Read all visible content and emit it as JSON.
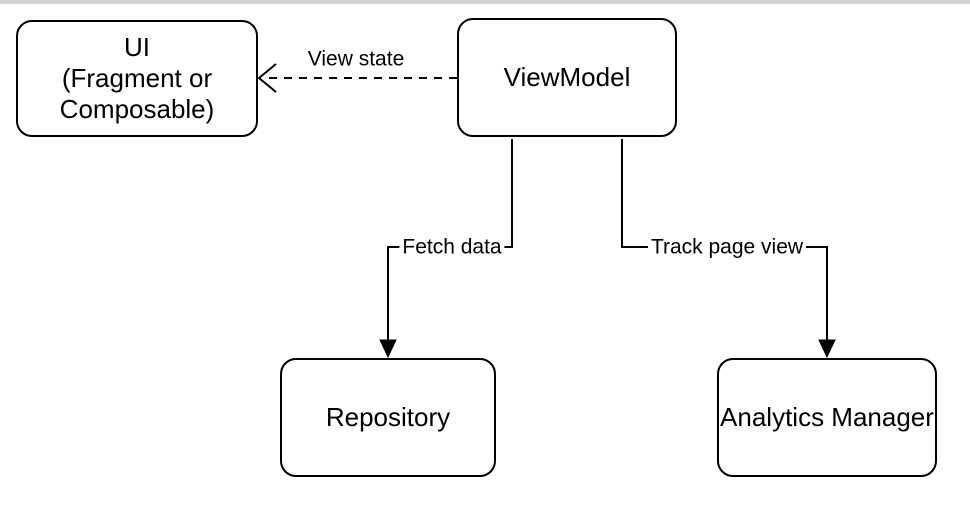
{
  "canvas": {
    "background": "#ffffff",
    "top_bar_color": "#d2d2d2",
    "stroke_color": "#000000",
    "node_fill": "#ffffff"
  },
  "nodes": {
    "ui": {
      "lines": [
        "UI",
        "(Fragment or",
        "Composable)"
      ]
    },
    "viewmodel": {
      "label": "ViewModel"
    },
    "repository": {
      "label": "Repository"
    },
    "analytics": {
      "label": "Analytics Manager"
    }
  },
  "edges": {
    "view_state": {
      "label": "View state",
      "from": "ViewModel",
      "to": "UI",
      "style": "dashed",
      "arrow": "open"
    },
    "fetch_data": {
      "label": "Fetch data",
      "from": "ViewModel",
      "to": "Repository",
      "style": "solid",
      "arrow": "filled"
    },
    "track_page_view": {
      "label": "Track page view",
      "from": "ViewModel",
      "to": "Analytics Manager",
      "style": "solid",
      "arrow": "filled"
    }
  }
}
